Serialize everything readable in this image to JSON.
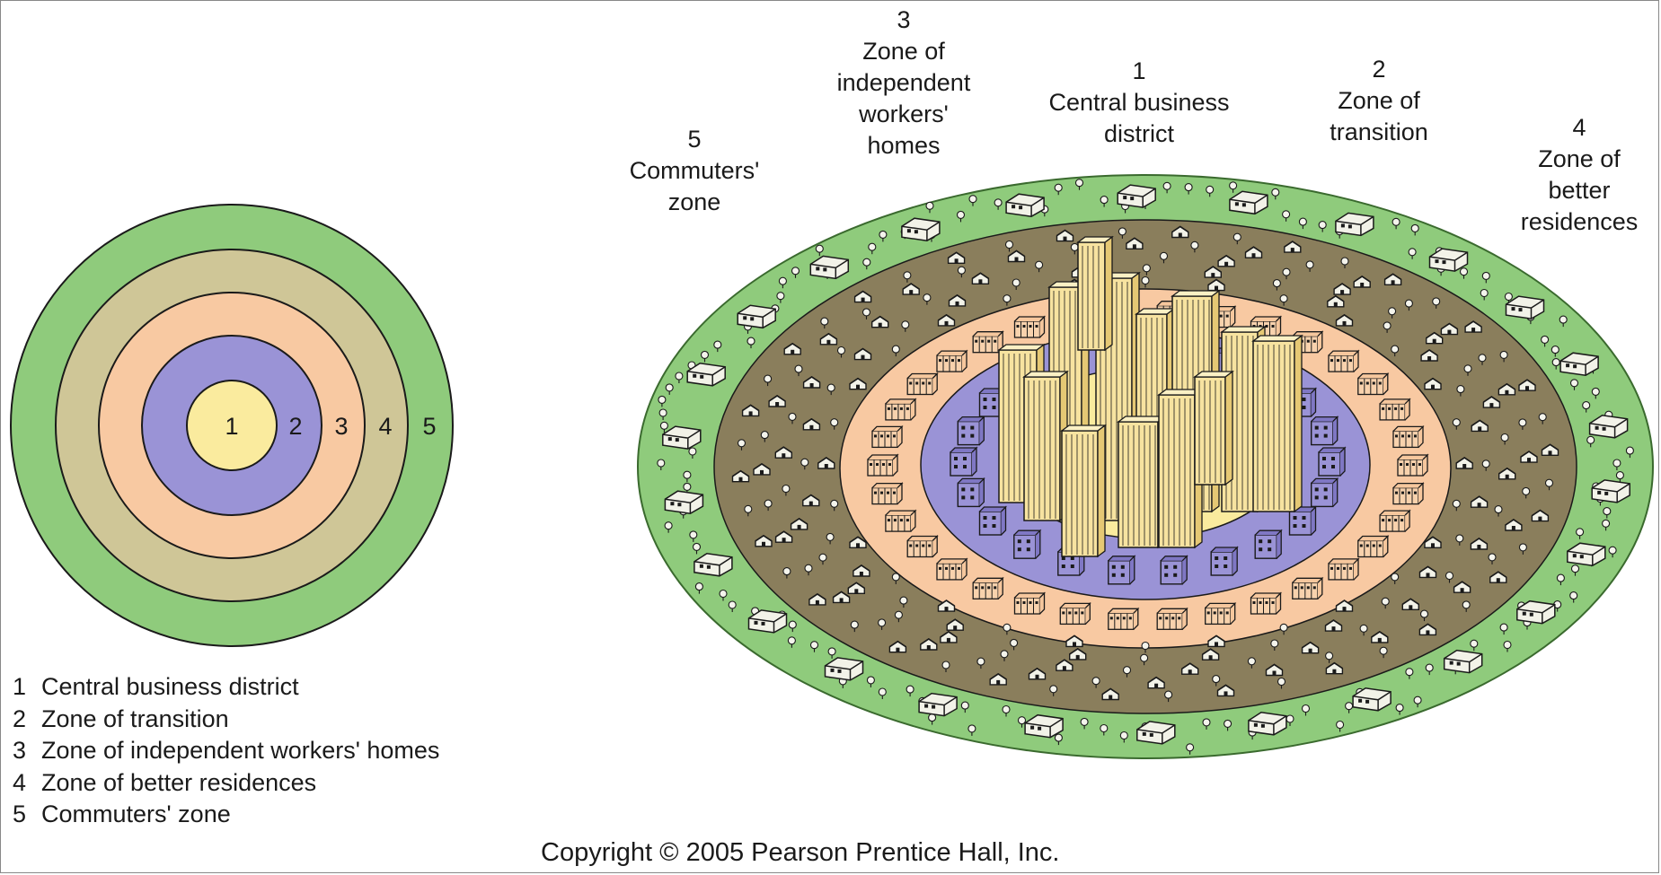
{
  "colors": {
    "zone1": "#faeb9e",
    "zone2": "#9a93d6",
    "zone3": "#f8c9a2",
    "zone4": "#cfc697",
    "zone5": "#8fcb7c",
    "zone4_aerial": "#8a7e5c",
    "outline": "#1a1a1a"
  },
  "ring_diagram": {
    "labels": [
      "1",
      "2",
      "3",
      "4",
      "5"
    ]
  },
  "legend": [
    {
      "num": "1",
      "text": "Central business district"
    },
    {
      "num": "2",
      "text": "Zone of transition"
    },
    {
      "num": "3",
      "text": "Zone of independent workers' homes"
    },
    {
      "num": "4",
      "text": "Zone of better residences"
    },
    {
      "num": "5",
      "text": "Commuters' zone"
    }
  ],
  "aerial_labels": {
    "z1": {
      "num": "1",
      "lines": [
        "Central business",
        "district"
      ]
    },
    "z2": {
      "num": "2",
      "lines": [
        "Zone of",
        "transition"
      ]
    },
    "z3": {
      "num": "3",
      "lines": [
        "Zone of",
        "independent",
        "workers'",
        "homes"
      ]
    },
    "z4": {
      "num": "4",
      "lines": [
        "Zone of",
        "better",
        "residences"
      ]
    },
    "z5": {
      "num": "5",
      "lines": [
        "Commuters'",
        "zone"
      ]
    }
  },
  "aerial_icons": [
    "house-icon",
    "tree-icon",
    "skyscraper-icon",
    "row-house-icon"
  ],
  "copyright": "Copyright © 2005 Pearson Prentice Hall, Inc."
}
